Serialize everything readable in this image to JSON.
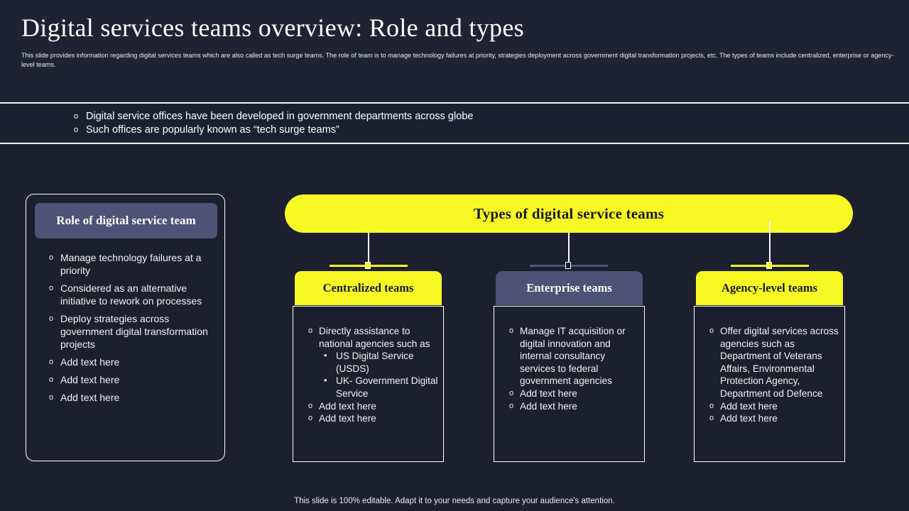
{
  "slide": {
    "title": "Digital services teams overview: Role and types",
    "subtitle": "This slide provides information regarding digital services teams which are also called as tech surge teams. The role of team is to manage technology failures at priority, strategies deployment across government digital transformation projects,  etc. The types of teams include centralized, enterprise or agency-level teams.",
    "footer": "This slide is 100% editable. Adapt it to your needs and capture your audience's attention."
  },
  "highlight_band": {
    "bullets": [
      "Digital service offices have been developed in government departments across globe",
      "Such offices are popularly known as “tech surge teams”"
    ]
  },
  "role_card": {
    "title": "Role of digital service team",
    "bullets": [
      "Manage technology failures at a priority",
      "Considered as an alternative initiative to rework on processes",
      "Deploy strategies across government digital transformation projects",
      "Add text here",
      "Add text here",
      "Add text here"
    ]
  },
  "types": {
    "banner_title": "Types of digital service teams",
    "columns": [
      {
        "title": "Centralized teams",
        "style": "yellow",
        "bullets": [
          {
            "text": "Directly assistance to national agencies such as",
            "sub": [
              "US Digital Service (USDS)",
              "UK- Government Digital Service"
            ]
          },
          {
            "text": "Add text here",
            "sub": []
          },
          {
            "text": "Add text here",
            "sub": []
          }
        ]
      },
      {
        "title": "Enterprise teams",
        "style": "slate",
        "bullets": [
          {
            "text": "Manage IT acquisition or digital innovation and internal consultancy services to federal government agencies",
            "sub": []
          },
          {
            "text": "Add text here",
            "sub": []
          },
          {
            "text": "Add text here",
            "sub": []
          }
        ]
      },
      {
        "title": "Agency-level teams",
        "style": "yellow",
        "bullets": [
          {
            "text": "Offer digital services across agencies such as Department of Veterans Affairs, Environmental Protection Agency, Department od Defence",
            "sub": []
          },
          {
            "text": "Add text here",
            "sub": []
          },
          {
            "text": "Add text here",
            "sub": []
          }
        ]
      }
    ]
  },
  "colors": {
    "page_background": "#1b1f2e",
    "header_background": "#1e2233",
    "accent_yellow": "#f7f824",
    "accent_slate": "#4d5277",
    "line_white": "#ffffff",
    "text_primary": "#ffffff"
  }
}
